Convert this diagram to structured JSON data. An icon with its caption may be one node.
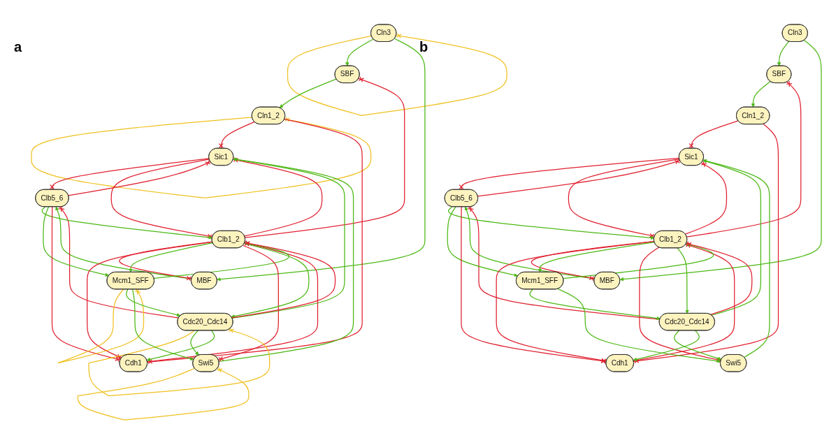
{
  "diagram": {
    "nodes": [
      {
        "text": [
          "Cln3"
        ]
      },
      {
        "text": [
          "SBF"
        ]
      },
      {
        "text": [
          "MBF"
        ]
      },
      {
        "text": [
          "Cln1_2"
        ]
      },
      {
        "text": [
          "Sic1"
        ]
      },
      {
        "text": [
          "Clb5_6"
        ]
      },
      {
        "text": [
          "Clb1_2"
        ]
      },
      {
        "text": [
          "Cdh1"
        ]
      },
      {
        "text": [
          "Mcm1_SFF"
        ]
      },
      {
        "text": [
          "Cdc20_Cdc14"
        ]
      },
      {
        "text": [
          "Swi5"
        ]
      },
      {
        "text": [
          "Cln3"
        ]
      },
      {
        "text": [
          "SBF"
        ]
      },
      {
        "text": [
          "MBF"
        ]
      },
      {
        "text": [
          "Cln1_2"
        ]
      },
      {
        "text": [
          "Sic1"
        ]
      },
      {
        "text": [
          "Clb5_6"
        ]
      },
      {
        "text": [
          "Clb1_2"
        ]
      },
      {
        "text": [
          "Cdh1"
        ]
      },
      {
        "text": [
          "Mcm1_SFF"
        ]
      },
      {
        "text": [
          "Cdc20_Cdc14"
        ]
      },
      {
        "text": [
          "Swi5"
        ]
      }
    ],
    "edges": [
      {
        "from": 0,
        "to": 0,
        "arrow": "other",
        "color": "#f0c020"
      },
      {
        "from": 0,
        "to": 1,
        "arrow": "to",
        "color": "#4cb814"
      },
      {
        "from": 0,
        "to": 2,
        "arrow": "to",
        "color": "#4cb814"
      },
      {
        "from": 1,
        "to": 3,
        "arrow": "to",
        "color": "#4cb814"
      },
      {
        "from": 2,
        "to": 5,
        "arrow": "to",
        "color": "#4cb814"
      },
      {
        "from": 3,
        "to": 3,
        "arrow": "other",
        "color": "#f0c020"
      },
      {
        "from": 3,
        "to": 4,
        "arrow": "other",
        "color": "#e0202f"
      },
      {
        "from": 3,
        "to": 7,
        "arrow": "other",
        "color": "#e0202f"
      },
      {
        "from": 6,
        "to": 1,
        "arrow": "other",
        "color": "#e0202f"
      },
      {
        "from": 6,
        "to": 2,
        "arrow": "other",
        "color": "#e0202f"
      },
      {
        "from": 5,
        "to": 4,
        "arrow": "other",
        "color": "#e0202f"
      },
      {
        "from": 4,
        "to": 5,
        "arrow": "other",
        "color": "#e0202f"
      },
      {
        "from": 6,
        "to": 4,
        "arrow": "other",
        "color": "#e0202f"
      },
      {
        "from": 4,
        "to": 6,
        "arrow": "other",
        "color": "#e0202f"
      },
      {
        "from": 9,
        "to": 5,
        "arrow": "other",
        "color": "#e0202f"
      },
      {
        "from": 9,
        "to": 4,
        "arrow": "to",
        "color": "#4cb814"
      },
      {
        "from": 10,
        "to": 4,
        "arrow": "to",
        "color": "#4cb814"
      },
      {
        "from": 5,
        "to": 6,
        "arrow": "to",
        "color": "#4cb814"
      },
      {
        "from": 5,
        "to": 8,
        "arrow": "to",
        "color": "#4cb814"
      },
      {
        "from": 5,
        "to": 7,
        "arrow": "other",
        "color": "#e0202f"
      },
      {
        "from": 6,
        "to": 7,
        "arrow": "other",
        "color": "#e0202f"
      },
      {
        "from": 7,
        "to": 6,
        "arrow": "other",
        "color": "#e0202f"
      },
      {
        "from": 6,
        "to": 8,
        "arrow": "to",
        "color": "#4cb814"
      },
      {
        "from": 8,
        "to": 6,
        "arrow": "to",
        "color": "#4cb814"
      },
      {
        "from": 8,
        "to": 8,
        "arrow": "other",
        "color": "#f0c020"
      },
      {
        "from": 6,
        "to": 10,
        "arrow": "other",
        "color": "#e0202f"
      },
      {
        "from": 6,
        "to": 9,
        "arrow": "to",
        "color": "#4cb814"
      },
      {
        "from": 9,
        "to": 6,
        "arrow": "other",
        "color": "#e0202f"
      },
      {
        "from": 8,
        "to": 9,
        "arrow": "to",
        "color": "#4cb814"
      },
      {
        "from": 9,
        "to": 9,
        "arrow": "other",
        "color": "#f0c020"
      },
      {
        "from": 8,
        "to": 10,
        "arrow": "to",
        "color": "#4cb814"
      },
      {
        "from": 9,
        "to": 10,
        "arrow": "to",
        "color": "#4cb814"
      },
      {
        "from": 10,
        "to": 10,
        "arrow": "other",
        "color": "#f0c020"
      },
      {
        "from": 9,
        "to": 7,
        "arrow": "to",
        "color": "#4cb814"
      },
      {
        "from": 11,
        "to": 12,
        "arrow": "to",
        "color": "#4cb814"
      },
      {
        "from": 11,
        "to": 13,
        "arrow": "to",
        "color": "#4cb814"
      },
      {
        "from": 12,
        "to": 14,
        "arrow": "to",
        "color": "#4cb814"
      },
      {
        "from": 13,
        "to": 16,
        "arrow": "to",
        "color": "#4cb814"
      },
      {
        "from": 14,
        "to": 15,
        "arrow": "other",
        "color": "#e0202f"
      },
      {
        "from": 14,
        "to": 18,
        "arrow": "other",
        "color": "#e0202f"
      },
      {
        "from": 17,
        "to": 12,
        "arrow": "other",
        "color": "#e0202f"
      },
      {
        "from": 17,
        "to": 13,
        "arrow": "other",
        "color": "#e0202f"
      },
      {
        "from": 16,
        "to": 15,
        "arrow": "other",
        "color": "#e0202f"
      },
      {
        "from": 15,
        "to": 16,
        "arrow": "other",
        "color": "#e0202f"
      },
      {
        "from": 17,
        "to": 15,
        "arrow": "other",
        "color": "#e0202f"
      },
      {
        "from": 15,
        "to": 17,
        "arrow": "other",
        "color": "#e0202f"
      },
      {
        "from": 20,
        "to": 16,
        "arrow": "other",
        "color": "#e0202f"
      },
      {
        "from": 20,
        "to": 15,
        "arrow": "to",
        "color": "#4cb814"
      },
      {
        "from": 21,
        "to": 15,
        "arrow": "to",
        "color": "#4cb814"
      },
      {
        "from": 16,
        "to": 17,
        "arrow": "to",
        "color": "#4cb814"
      },
      {
        "from": 16,
        "to": 19,
        "arrow": "to",
        "color": "#4cb814"
      },
      {
        "from": 16,
        "to": 18,
        "arrow": "other",
        "color": "#e0202f"
      },
      {
        "from": 17,
        "to": 18,
        "arrow": "other",
        "color": "#e0202f"
      },
      {
        "from": 18,
        "to": 17,
        "arrow": "other",
        "color": "#e0202f"
      },
      {
        "from": 17,
        "to": 19,
        "arrow": "to",
        "color": "#4cb814"
      },
      {
        "from": 19,
        "to": 17,
        "arrow": "to",
        "color": "#4cb814"
      },
      {
        "from": 17,
        "to": 21,
        "arrow": "other",
        "color": "#e0202f"
      },
      {
        "from": 17,
        "to": 20,
        "arrow": "to",
        "color": "#4cb814"
      },
      {
        "from": 20,
        "to": 17,
        "arrow": "other",
        "color": "#e0202f"
      },
      {
        "from": 19,
        "to": 20,
        "arrow": "to",
        "color": "#4cb814"
      },
      {
        "from": 19,
        "to": 21,
        "arrow": "to",
        "color": "#4cb814"
      },
      {
        "from": 20,
        "to": 21,
        "arrow": "to",
        "color": "#4cb814"
      },
      {
        "from": 20,
        "to": 18,
        "arrow": "to",
        "color": "#4cb814"
      }
    ],
    "labels": [
      "a",
      "b"
    ]
  }
}
